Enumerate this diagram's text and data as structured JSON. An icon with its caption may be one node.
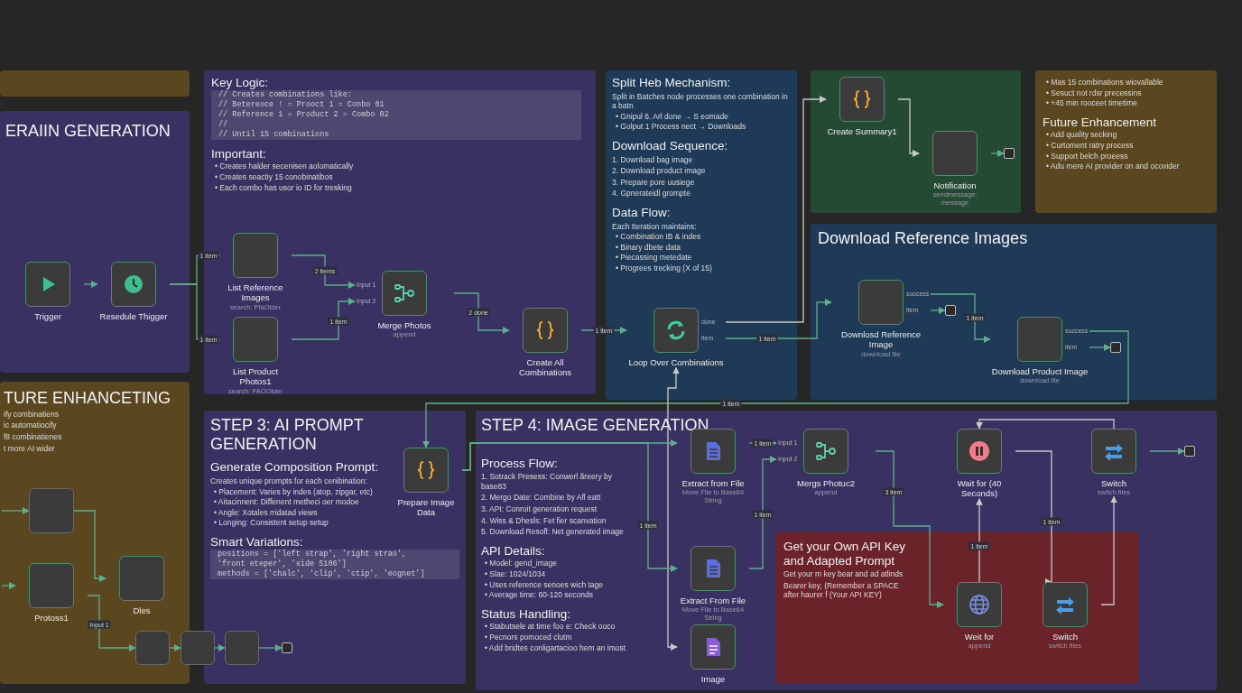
{
  "diagram": {
    "nodes": [
      {
        "text": [
          "ERAIIN GENERATION"
        ]
      },
      {
        "text": [
          "Trigger"
        ],
        "in": 0
      },
      {
        "text": [
          "Resedule Thigger"
        ],
        "in": 0
      },
      {
        "text": [
          "Key Logic:",
          "// Creates combinations like:",
          "// Betereoce ! = Prooct 1 = Conbo 01",
          "// Reference 1 = Product 2 = Combo 02",
          "//",
          "// Until 15 combinations",
          "Important:",
          "• Creates halder secenisen aolomatically",
          "• Creates seactiy 15 conobinatibos",
          "• Each combo has usor io ID for tresking"
        ]
      },
      {
        "text": [
          "List Reference Images",
          "search: PfaOlder"
        ],
        "in": 3
      },
      {
        "text": [
          "List Product Photos1",
          "search: FAOOlder"
        ],
        "in": 3
      },
      {
        "text": [
          "Merge Photos",
          "append"
        ],
        "beside": [
          "Input 1",
          "Input 2"
        ],
        "in": 3
      },
      {
        "text": [
          "Create All Combinations"
        ],
        "in": 3
      },
      {
        "text": [
          "Split Heb Mechanism:",
          "Split in Batches node processes one combination in a batn",
          "• Gnipul 6. Arl done → S eomade",
          "• Golput 1 Process nect → Downloads",
          "Download Sequence:",
          "1. Download bag image",
          "2. Download product image",
          "3. Prepare pore uusiege",
          "4. Gpnerateidl grompte",
          "Data Flow:",
          "Each Iteration maintains:",
          "• Combination IB & indes",
          "• Binary dbete data",
          "• Piecassing metedate",
          "• Progrees trecking (X of 15)"
        ]
      },
      {
        "text": [
          "Loop Over Combinations"
        ],
        "beside": [
          "done",
          "item"
        ],
        "in": 8
      },
      {
        "text": [],
        "shape": "box"
      },
      {
        "text": [
          "Create Summary1"
        ],
        "in": 10
      },
      {
        "text": [
          "Notification",
          "sendmessage: message"
        ],
        "in": 10
      },
      {
        "text": [],
        "shape": "box",
        "in": 10
      },
      {
        "text": [
          "• Mas 15 combinations wiovallable",
          "• Sesuct not rdsr precessins",
          "• +45 min rooceet timetime",
          "Future Enhancement",
          "• Add quality secking",
          "• Curtoment ratry process",
          "• Support belch proeess",
          "• Adu mere AI provider on and ocovider"
        ]
      },
      {
        "text": [
          "Download Reference Images"
        ]
      },
      {
        "text": [
          "Downlosd Reference Image",
          "download file"
        ],
        "beside": [
          "success",
          "item"
        ],
        "in": 15
      },
      {
        "text": [],
        "shape": "box",
        "in": 15
      },
      {
        "text": [
          "Download Product Image",
          "download file"
        ],
        "beside": [
          "success",
          "item"
        ],
        "in": 15
      },
      {
        "text": [],
        "shape": "box",
        "in": 15
      },
      {
        "text": [
          "TURE ENHANCETING",
          "ify combinatiens",
          "ic automatiocify",
          "f8 combinatienes",
          "t more AI wider"
        ]
      },
      {
        "text": [],
        "shape": "box",
        "in": 20
      },
      {
        "text": [
          "Protoss1"
        ],
        "in": 20
      },
      {
        "text": [
          "Dles"
        ],
        "in": 20
      },
      {
        "text": [
          "STEP 3: AI PROMPT GENERATION",
          "Generate Composition Prompt:",
          "Creates unique prompts for each cenibination:",
          "• Placement: Varies by indes (atop, zipgar, etc)",
          "• Aitacinnent: Diffenent metheci oer modoe",
          "• Angle: Xotales rridatad views",
          "• Longing: Consistent setup setup",
          "Smart Variations:",
          "positions = ['left strap', 'right strao',",
          "'front eteper', 'side 5106']",
          "methods = ['chalc', 'clip', 'ctip', 'eognet']"
        ]
      },
      {
        "text": [
          "Prepare Image Data"
        ],
        "in": 24
      },
      {
        "text": [],
        "shape": "box",
        "in": 20
      },
      {
        "text": [],
        "shape": "box"
      },
      {
        "text": [],
        "shape": "box",
        "in": 24
      },
      {
        "text": [],
        "shape": "box",
        "in": 24
      },
      {
        "text": [
          "STEP 4: IMAGE GENERATION",
          "Process Flow:",
          "1. Sotrack Presess: Conwerl ãreery by base83",
          "2. Mergo Date: Combine by Afl eatt",
          "3. API: Conroit generation request",
          "4. Wiss & Dhesls: Fet fier scanvation",
          "5. Download Resofl: Net generated image",
          "API Details:",
          "• Model: gend_image",
          "• Slae: 1024/1034",
          "• Uses reference senoes wich tage",
          "• Average time: 60-120 seconds",
          "Status Handling:",
          "• Stabutsele at time foo e: Check ooco",
          "• Pecnors pomoced clutm",
          "• Add bridtes conligartacioo hem an imost"
        ]
      },
      {
        "text": [
          "Extract from File",
          "Move File to Base64 String"
        ],
        "in": 30
      },
      {
        "text": [
          "Mergs Photuc2",
          "append"
        ],
        "beside": [
          "Input 1",
          "Input 2"
        ],
        "in": 30
      },
      {
        "text": [
          "Extract From File",
          "Move File to Base64 String"
        ],
        "in": 30
      },
      {
        "text": [
          "Image"
        ],
        "in": 30
      },
      {
        "text": [
          "Wait for (40 Seconds)"
        ],
        "in": 30
      },
      {
        "text": [
          "Switch",
          "switch files"
        ],
        "in": 30
      },
      {
        "text": [],
        "shape": "box",
        "in": 30
      },
      {
        "text": [
          "Get your Own API Key and Adapted Prompt",
          "Get your m key bear and ad atlinds",
          "Bearer key, (Remember a SPACE after haurer f (Your API KEY)"
        ],
        "in": 30
      },
      {
        "text": [
          "Weit for",
          "append"
        ],
        "in": 38
      },
      {
        "text": [
          "Switch",
          "switch files"
        ],
        "in": 38
      },
      {
        "text": [],
        "shape": "box"
      }
    ],
    "edges": [
      {
        "from": 1,
        "to": 2,
        "arrow": "to"
      },
      {
        "from": 2,
        "to": 4,
        "arrow": "to",
        "label": "1 item"
      },
      {
        "from": 2,
        "to": 5,
        "arrow": "to",
        "label": "1 item"
      },
      {
        "from": 4,
        "to": 6,
        "arrow": "to",
        "label": "2 items"
      },
      {
        "from": 5,
        "to": 6,
        "arrow": "to",
        "label": "1 item"
      },
      {
        "from": 6,
        "to": 7,
        "arrow": "to",
        "label": "2 done"
      },
      {
        "from": 7,
        "to": 9,
        "arrow": "to",
        "label": "1 item"
      },
      {
        "from": 9,
        "to": 11,
        "arrow": "to",
        "color": "#c8c8c8"
      },
      {
        "from": 11,
        "to": 12,
        "arrow": "to",
        "color": "#c8c8c8"
      },
      {
        "from": 12,
        "to": 13,
        "arrow": "to"
      },
      {
        "from": 9,
        "to": 16,
        "arrow": "to",
        "label": "1 item"
      },
      {
        "from": 16,
        "to": 17,
        "arrow": "to"
      },
      {
        "from": 16,
        "to": 18,
        "arrow": "to",
        "label": "1 item"
      },
      {
        "from": 18,
        "to": 19,
        "arrow": "to"
      },
      {
        "from": 18,
        "to": 25,
        "arrow": "to",
        "label": "1 item"
      },
      {
        "from": 34,
        "to": 9,
        "arrow": "both",
        "color": "#c8c8c8"
      },
      {
        "from": null,
        "to": 21,
        "arrow": "to"
      },
      {
        "from": null,
        "to": 22,
        "arrow": "to"
      },
      {
        "from": 21,
        "to": 23,
        "arrow": "to"
      },
      {
        "from": 22,
        "to": 26,
        "arrow": "to",
        "label": "Input 1"
      },
      {
        "from": 26,
        "to": 27,
        "arrow": "to"
      },
      {
        "from": 27,
        "to": 28,
        "arrow": "to"
      },
      {
        "from": 28,
        "to": 29,
        "arrow": "to"
      },
      {
        "from": 25,
        "to": 31,
        "arrow": "to"
      },
      {
        "from": 25,
        "to": 33,
        "arrow": "to",
        "label": "1 item"
      },
      {
        "from": 31,
        "to": 32,
        "arrow": "to",
        "label": "1 item"
      },
      {
        "from": 33,
        "to": 32,
        "arrow": "to",
        "label": "1 item"
      },
      {
        "from": 32,
        "to": 39,
        "arrow": "to",
        "label": "3 item"
      },
      {
        "from": 39,
        "to": 35,
        "arrow": "to",
        "label": "1 item",
        "color": "#c8c8c8"
      },
      {
        "from": 35,
        "to": 40,
        "arrow": "to",
        "label": "1 item",
        "color": "#c8c8c8"
      },
      {
        "from": 40,
        "to": 36,
        "arrow": "to",
        "color": "#c8c8c8"
      },
      {
        "from": 36,
        "to": 37,
        "arrow": "to"
      },
      {
        "from": 36,
        "to": 35,
        "arrow": "to",
        "color": "#c8c8c8"
      }
    ]
  }
}
